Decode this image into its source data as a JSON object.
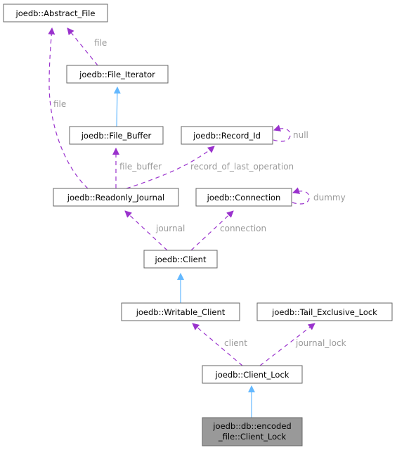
{
  "nodes": {
    "abstract_file": "joedb::Abstract_File",
    "file_iterator": "joedb::File_Iterator",
    "file_buffer": "joedb::File_Buffer",
    "record_id": "joedb::Record_Id",
    "readonly_journal": "joedb::Readonly_Journal",
    "connection": "joedb::Connection",
    "client": "joedb::Client",
    "writable_client": "joedb::Writable_Client",
    "tail_exclusive_lock": "joedb::Tail_Exclusive_Lock",
    "client_lock": "joedb::Client_Lock",
    "encoded_client_lock_line1": "joedb::db::encoded",
    "encoded_client_lock_line2": "_file::Client_Lock"
  },
  "edge_labels": {
    "file_iterator_file": "file",
    "journal_file": "file",
    "record_id_null": "null",
    "file_buffer": "file_buffer",
    "record_of_last_operation": "record_of_last_operation",
    "connection_dummy": "dummy",
    "journal": "journal",
    "connection": "connection",
    "client": "client",
    "journal_lock": "journal_lock"
  },
  "colors": {
    "inheritance_edge": "#63b8ff",
    "usage_edge": "#9a32cd",
    "edge_label": "#9a9a9a",
    "highlight_node": "#999999"
  }
}
